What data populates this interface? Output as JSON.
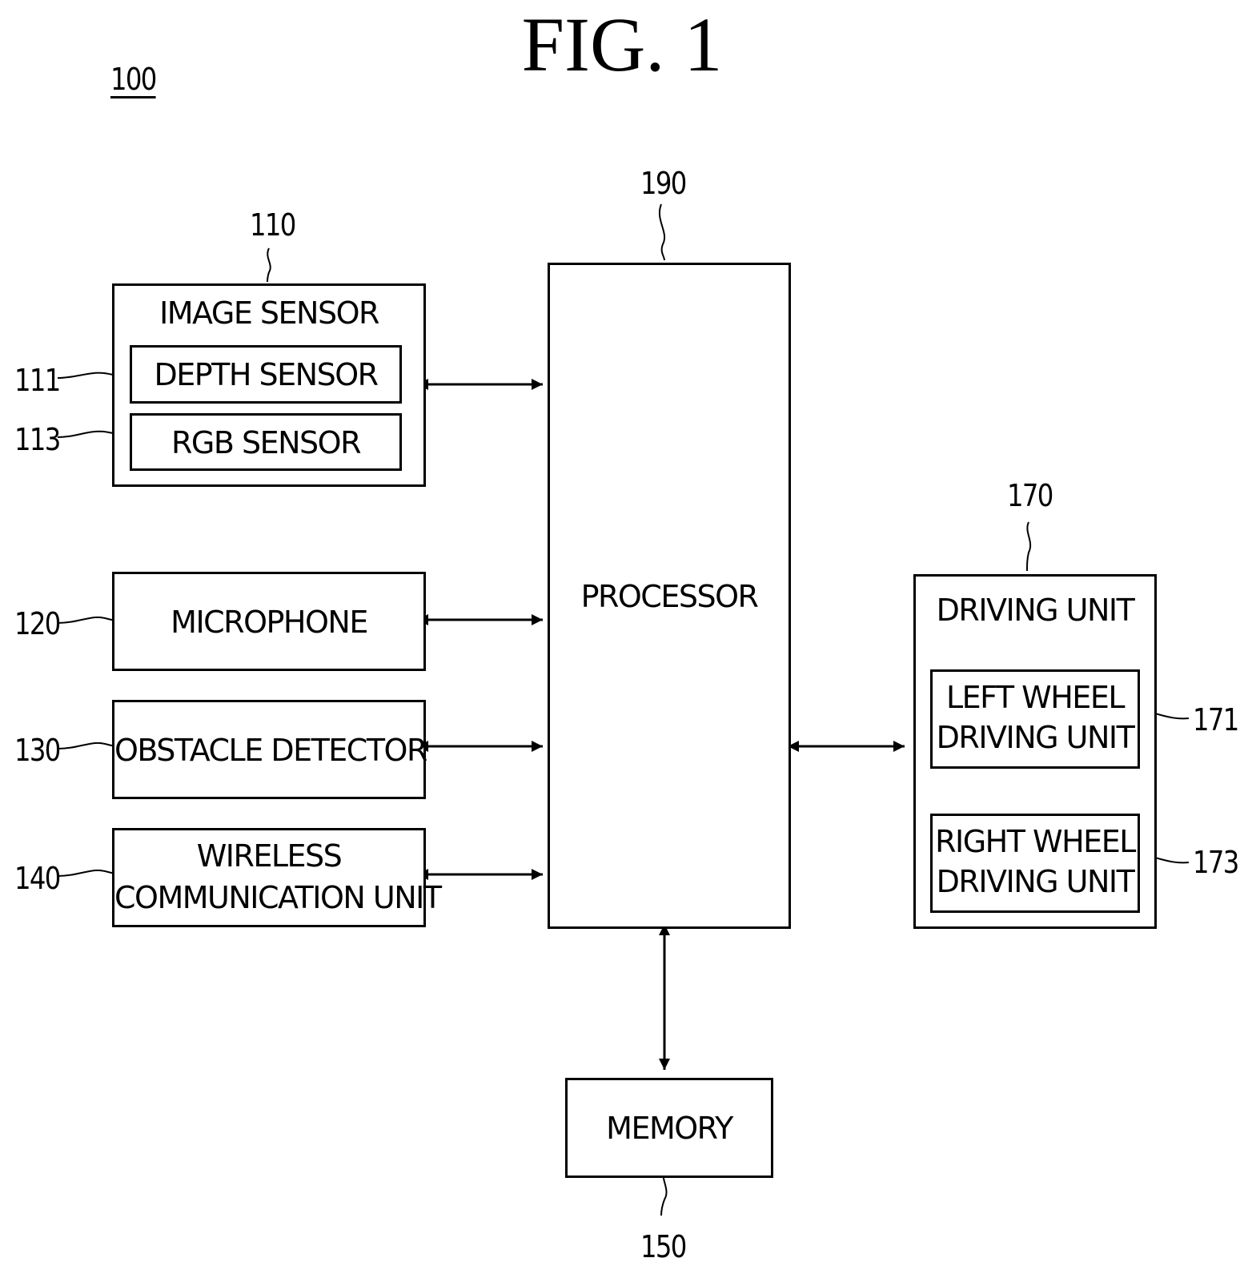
{
  "figure": {
    "title": "FIG. 1",
    "system_ref": "100"
  },
  "processor": {
    "ref": "190",
    "label": "PROCESSOR"
  },
  "image_sensor": {
    "ref": "110",
    "label": "IMAGE SENSOR",
    "depth_sensor": {
      "ref": "111",
      "label": "DEPTH SENSOR"
    },
    "rgb_sensor": {
      "ref": "113",
      "label": "RGB SENSOR"
    }
  },
  "microphone": {
    "ref": "120",
    "label": "MICROPHONE"
  },
  "obstacle_detector": {
    "ref": "130",
    "label": "OBSTACLE DETECTOR"
  },
  "wireless_unit": {
    "ref": "140",
    "label_line1": "WIRELESS",
    "label_line2": "COMMUNICATION UNIT"
  },
  "memory": {
    "ref": "150",
    "label": "MEMORY"
  },
  "driving_unit": {
    "ref": "170",
    "label": "DRIVING UNIT",
    "left_wheel": {
      "ref": "171",
      "label_line1": "LEFT WHEEL",
      "label_line2": "DRIVING UNIT"
    },
    "right_wheel": {
      "ref": "173",
      "label_line1": "RIGHT WHEEL",
      "label_line2": "DRIVING UNIT"
    }
  }
}
